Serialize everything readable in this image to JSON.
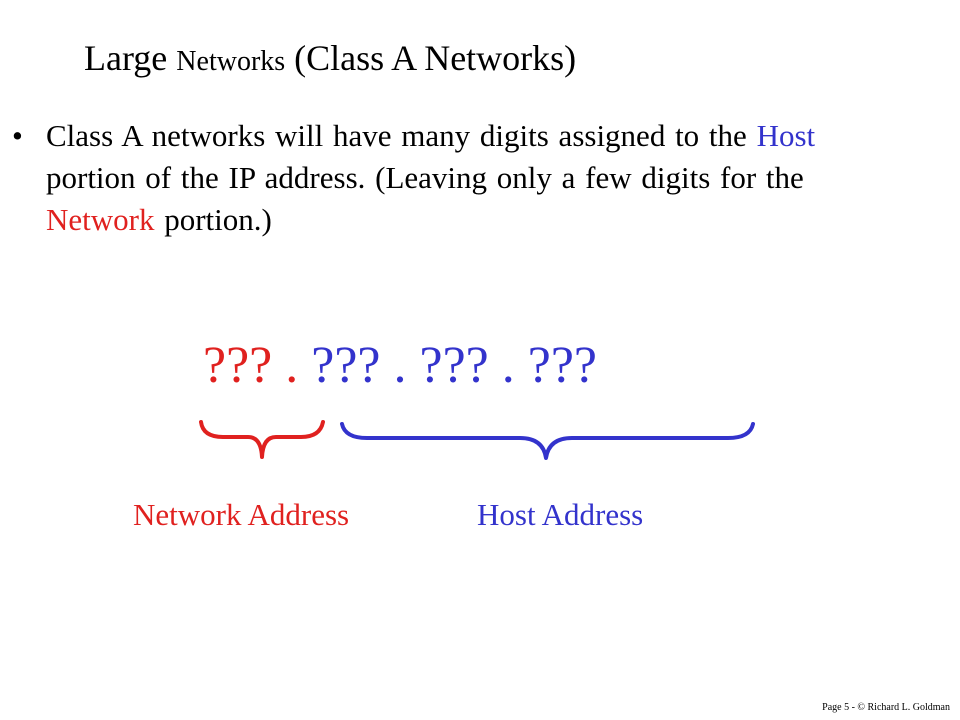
{
  "title": {
    "part1": "Large ",
    "part2": "Networks",
    "part3": " (Class A Networks)"
  },
  "bullet": {
    "symbol": "•",
    "seg1": "Class A networks will have many digits assigned to the ",
    "host_word": "Host",
    "seg2": " portion of the IP address. (Leaving only a few digits for the ",
    "network_word": "Network",
    "seg3": " portion.)"
  },
  "ip": {
    "octet1": "???",
    "sep1": " . ",
    "octet2": "???",
    "sep2": " . ",
    "octet3": "???",
    "sep3": " . ",
    "octet4": "???"
  },
  "labels": {
    "network": "Network Address",
    "host": "Host Address"
  },
  "footer": "Page 5 - © Richard L. Goldman",
  "colors": {
    "network_red": "#e0211f",
    "host_blue": "#3333cc",
    "text": "#000000",
    "background": "#ffffff"
  }
}
